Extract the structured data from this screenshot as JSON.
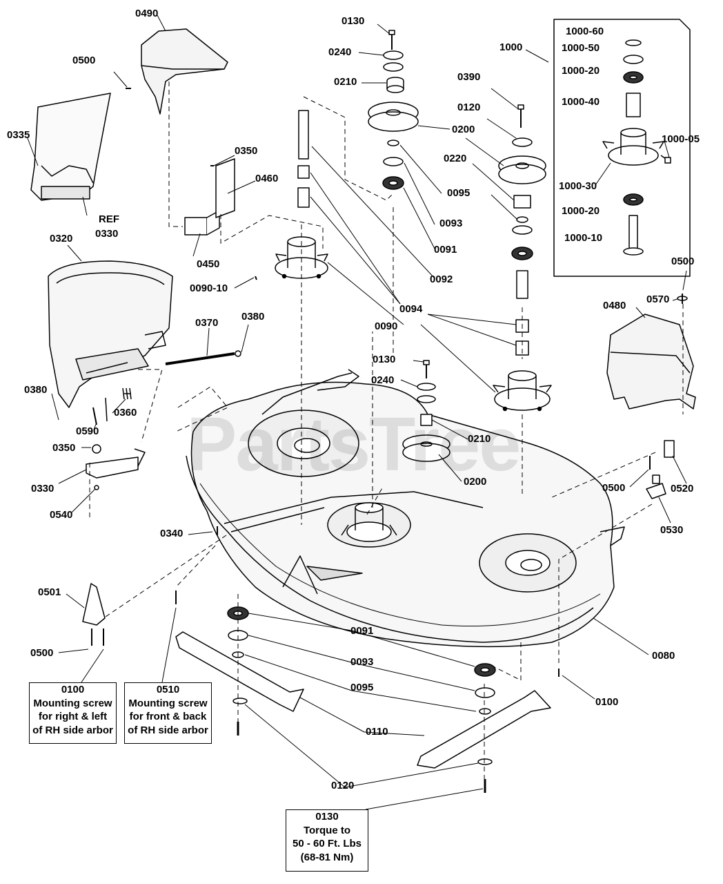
{
  "watermark": "PartsTree",
  "labels": {
    "l0490": "0490",
    "l0500a": "0500",
    "l0335": "0335",
    "lref": "REF",
    "l0330a": "0330",
    "l0320": "0320",
    "l0380a": "0380",
    "l0360": "0360",
    "l0590": "0590",
    "l0350a": "0350",
    "l0330b": "0330",
    "l0540": "0540",
    "l0340": "0340",
    "l0501": "0501",
    "l0500b": "0500",
    "l0350b": "0350",
    "l0460": "0460",
    "l0450": "0450",
    "l0090_10": "0090-10",
    "l0370": "0370",
    "l0380b": "0380",
    "l0130a": "0130",
    "l0240a": "0240",
    "l0210a": "0210",
    "l0200a": "0200",
    "l0095a": "0095",
    "l0093a": "0093",
    "l0091a": "0091",
    "l0092": "0092",
    "l0094": "0094",
    "l0090": "0090",
    "l0130b": "0130",
    "l0240b": "0240",
    "l0210b": "0210",
    "l0200b": "0200",
    "l0390": "0390",
    "l0120a": "0120",
    "l0220": "0220",
    "l1000": "1000",
    "l1000_60": "1000-60",
    "l1000_50": "1000-50",
    "l1000_20a": "1000-20",
    "l1000_40": "1000-40",
    "l1000_05": "1000-05",
    "l1000_30": "1000-30",
    "l1000_20b": "1000-20",
    "l1000_10": "1000-10",
    "l0500c": "0500",
    "l0570": "0570",
    "l0480": "0480",
    "l0500d": "0500",
    "l0520": "0520",
    "l0530": "0530",
    "l0080": "0080",
    "l0091b": "0091",
    "l0093b": "0093",
    "l0095b": "0095",
    "l0110": "0110",
    "l0120b": "0120",
    "l0100": "0100"
  },
  "notes": {
    "note0100": [
      "0100",
      "Mounting screw",
      "for right & left",
      "of RH side arbor"
    ],
    "note0510": [
      "0510",
      "Mounting screw",
      "for front & back",
      "of RH side arbor"
    ],
    "note0130": [
      "0130",
      "Torque to",
      "50 - 60 Ft. Lbs",
      "(68-81 Nm)"
    ]
  }
}
